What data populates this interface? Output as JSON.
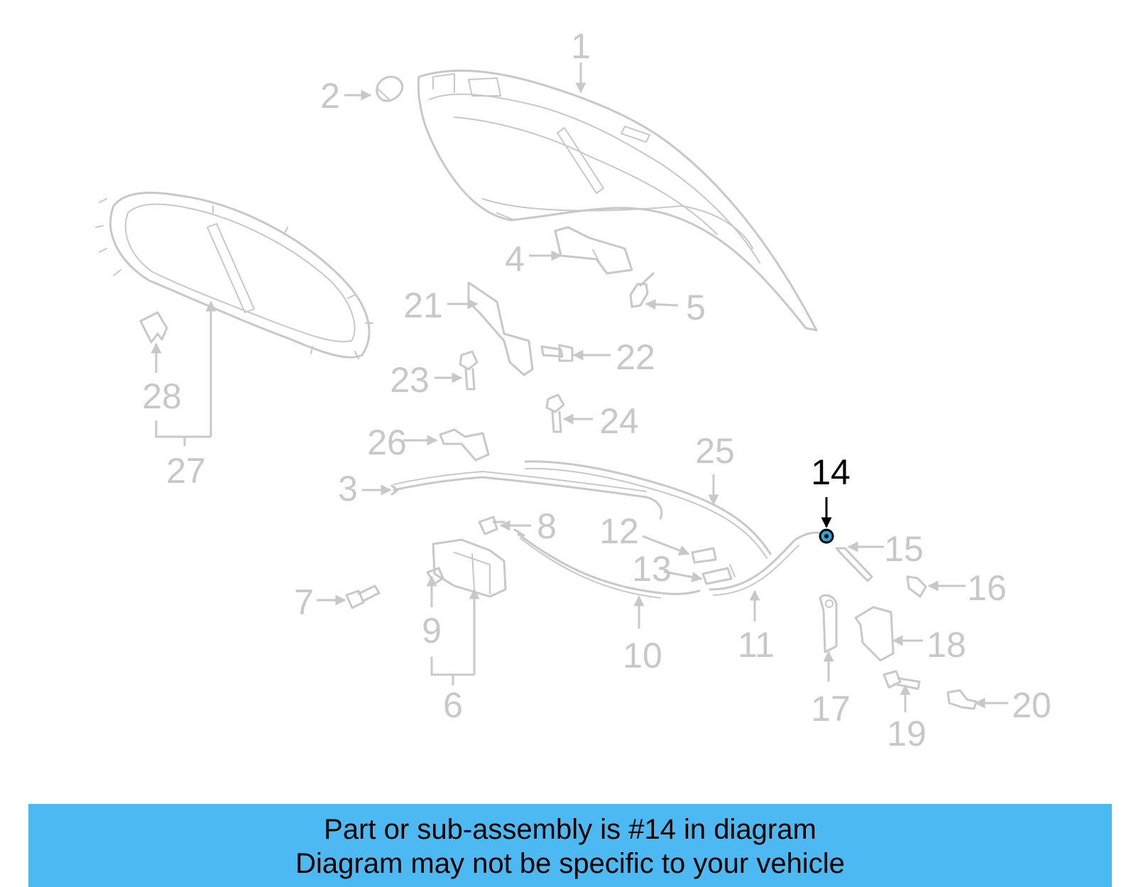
{
  "diagram": {
    "highlight_part": "14",
    "colors": {
      "faded": "#c8c8c8",
      "highlight": "#000000",
      "banner": "#4db9f2",
      "highlight_fill": "#2aa6d8"
    },
    "callouts": {
      "c1": "1",
      "c2": "2",
      "c3": "3",
      "c4": "4",
      "c5": "5",
      "c6": "6",
      "c7": "7",
      "c8": "8",
      "c9": "9",
      "c10": "10",
      "c11": "11",
      "c12": "12",
      "c13": "13",
      "c14": "14",
      "c15": "15",
      "c16": "16",
      "c17": "17",
      "c18": "18",
      "c19": "19",
      "c20": "20",
      "c21": "21",
      "c22": "22",
      "c23": "23",
      "c24": "24",
      "c25": "25",
      "c26": "26",
      "c27": "27",
      "c28": "28"
    }
  },
  "banner": {
    "line1": "Part or sub-assembly is #14 in diagram",
    "line2": "Diagram may not be specific to your vehicle"
  }
}
